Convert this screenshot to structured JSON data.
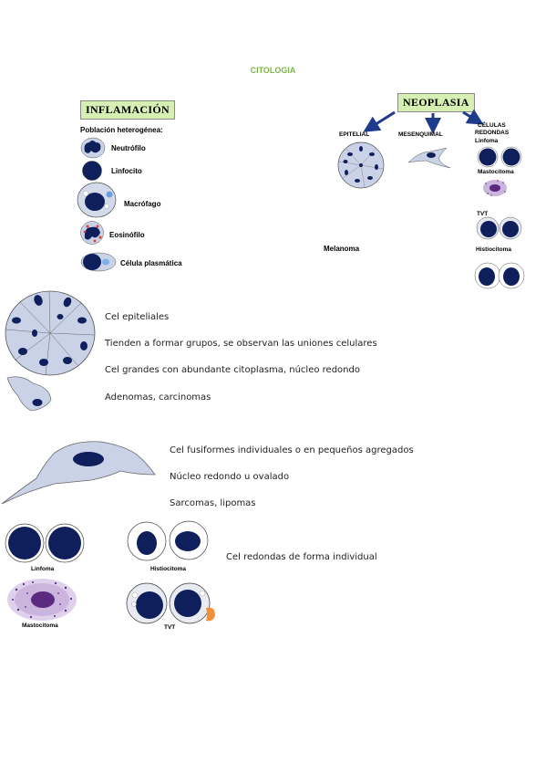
{
  "page_title": "CITOLOGIA",
  "inflamacion": {
    "heading": "INFLAMACIÓN",
    "subheading": "Población heterogénea:",
    "cells": [
      "Neutrófilo",
      "Linfocito",
      "Macrófago",
      "Eosinófilo",
      "Célula plasmática"
    ]
  },
  "neoplasia": {
    "heading": "NEOPLASIA",
    "branches": {
      "epitelial": "EPITELIAL",
      "mesenquimal": "MESENQUIMAL",
      "celulas_redondas_line1": "CÉLULAS",
      "celulas_redondas_line2": "REDONDAS"
    },
    "round_cells": [
      "Linfoma",
      "Mastocitoma",
      "TVT",
      "Histiocitoma"
    ],
    "melanoma": "Melanoma"
  },
  "epitelial_section": {
    "lines": [
      "Cel epiteliales",
      "Tienden a formar grupos, se observan las uniones celulares",
      "Cel grandes con abundante citoplasma, núcleo redondo",
      "Adenomas, carcinomas"
    ]
  },
  "mesenquimal_section": {
    "lines": [
      "Cel fusiformes individuales o en pequeños agregados",
      "Núcleo redondo u ovalado",
      "Sarcomas, lipomas"
    ]
  },
  "redondas_section": {
    "labels": [
      "Linfoma",
      "Histiocitoma",
      "Mastocitoma",
      "TVT"
    ],
    "description": "Cel redondas de forma individual"
  },
  "colors": {
    "nucleus": "#0e1f5c",
    "cytoplasm": "#c9d2e6",
    "title_green": "#7fb24a",
    "box_green": "#d6f0b4",
    "arrow_blue": "#1f3c8c",
    "mast_purple": "#5a2a7e"
  }
}
